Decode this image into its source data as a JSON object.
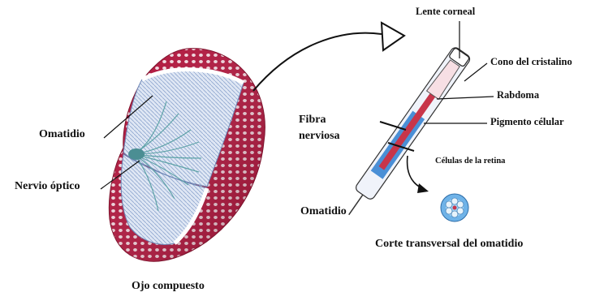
{
  "labels": {
    "compound_eye": "Ojo compuesto",
    "ommatidium_left": "Omatidio",
    "optic_nerve": "Nervio óptico",
    "corneal_lens": "Lente corneal",
    "crystalline_cone": "Cono del cristalino",
    "rhabdom": "Rabdoma",
    "pigment_cell": "Pigmento célular",
    "nerve_fiber": "Fibra\nnerviosa",
    "retina_cells": "Células de la retina",
    "ommatidium_right": "Omatidio",
    "cross_section": "Corte transversal del omatidio"
  },
  "colors": {
    "facet_red": "#b0123a",
    "facet_dot": "#f3dbe2",
    "ommatidia_blue": "#b8c8e4",
    "nerve_teal": "#5fa3a8",
    "pigment_red": "#c8354a",
    "retina_blue": "#4a8fd6",
    "cross_section_blue": "#6fb3e8"
  }
}
